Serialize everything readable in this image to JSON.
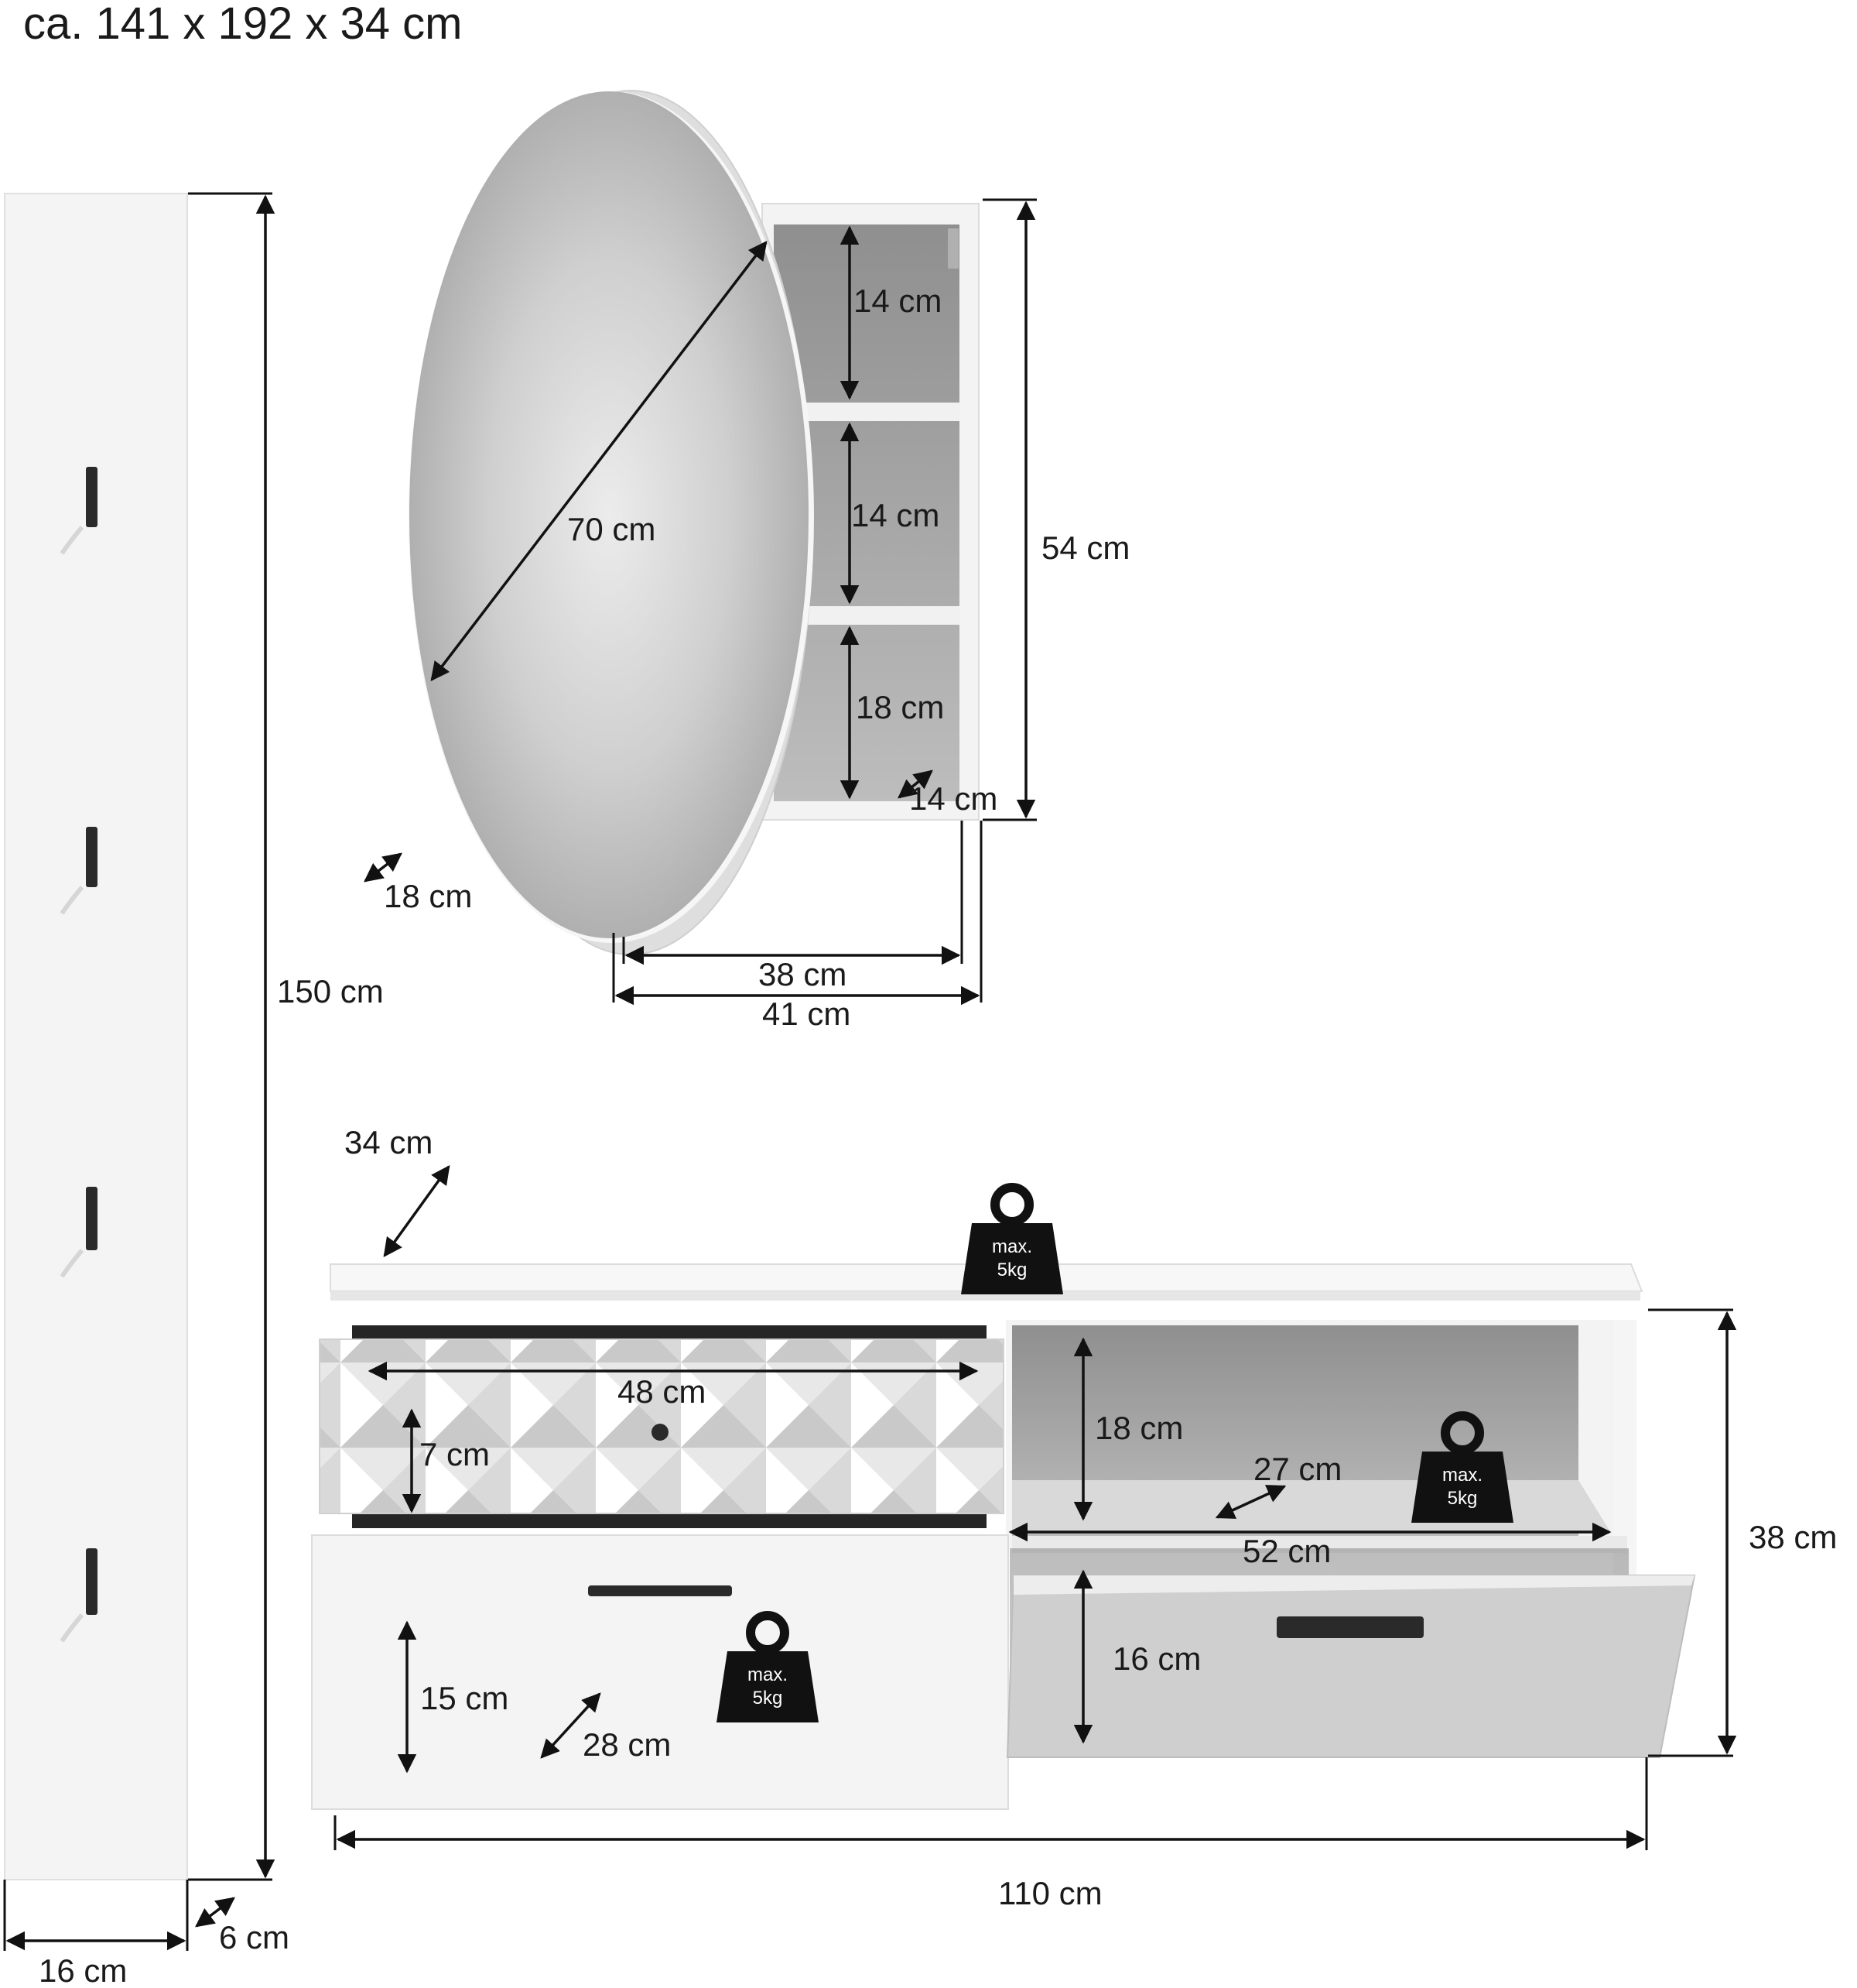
{
  "title": "ca. 141 x 192 x 34 cm",
  "colors": {
    "panel": "#f5f5f5",
    "panel_edge": "#e2e2e2",
    "interior": "#bdbdbd",
    "interior_dark": "#9e9e9e",
    "mirror": "#c4c4c4",
    "hardware": "#2a2a2a",
    "ink": "#111111"
  },
  "items": {
    "wall_panel": {
      "height": "150 cm",
      "width": "16 cm",
      "depth": "6 cm",
      "hook_count": 4
    },
    "mirror_cabinet": {
      "diameter": "70 cm",
      "height": "54 cm",
      "shelf_1": "14 cm",
      "shelf_2": "14 cm",
      "shelf_3": "18 cm",
      "inner_depth": "14 cm",
      "depth": "18 cm",
      "inner_width": "38 cm",
      "width": "41 cm"
    },
    "sideboard": {
      "depth": "34 cm",
      "drawer_width": "48 cm",
      "drawer_height": "7 cm",
      "open_height": "18 cm",
      "shelf_depth": "27 cm",
      "open_width": "52 cm",
      "height": "38 cm",
      "flap_height": "16 cm",
      "door_height": "15 cm",
      "door_depth": "28 cm",
      "width": "110 cm"
    }
  },
  "weights": [
    {
      "line1": "max.",
      "line2": "5kg"
    },
    {
      "line1": "max.",
      "line2": "5kg"
    },
    {
      "line1": "max.",
      "line2": "5kg"
    }
  ]
}
